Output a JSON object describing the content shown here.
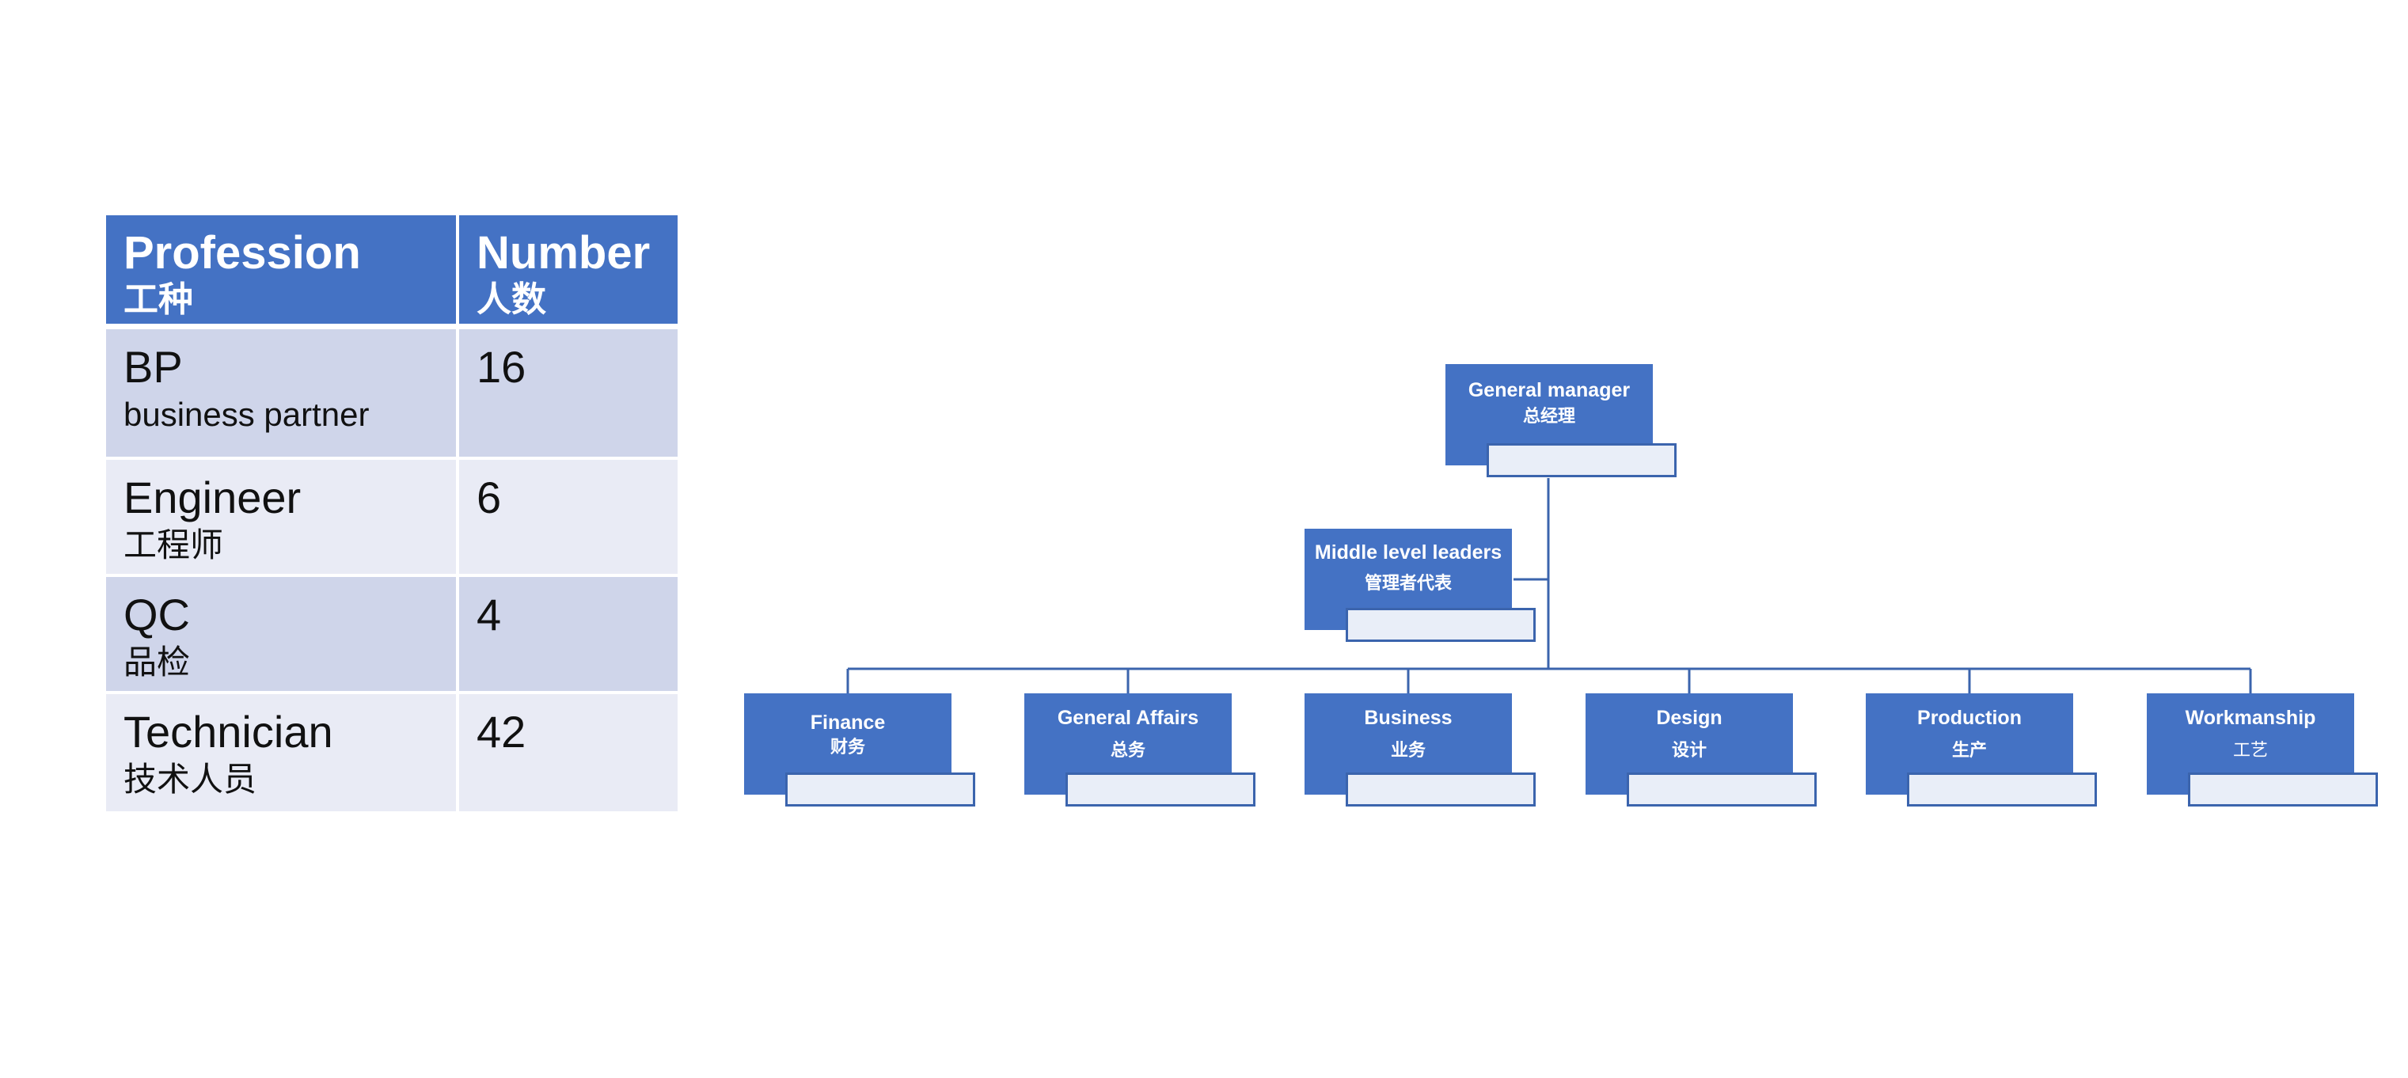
{
  "table": {
    "headers": [
      {
        "en": "Profession",
        "cn": "工种"
      },
      {
        "en": "Number",
        "cn": "人数"
      }
    ],
    "rows": [
      {
        "profession_en": "BP",
        "profession_sub": "business partner",
        "number": "16"
      },
      {
        "profession_en": "Engineer",
        "profession_sub": "工程师",
        "number": "6"
      },
      {
        "profession_en": "QC",
        "profession_sub": "品检",
        "number": "4"
      },
      {
        "profession_en": "Technician",
        "profession_sub": "技术人员",
        "number": "42"
      }
    ]
  },
  "org_chart": {
    "root": {
      "en": "General manager",
      "cn": "总经理"
    },
    "assistant": {
      "en": "Middle level leaders",
      "cn": "管理者代表"
    },
    "departments": [
      {
        "en": "Finance",
        "cn": "财务"
      },
      {
        "en": "General Affairs",
        "cn": "总务"
      },
      {
        "en": "Business",
        "cn": "业务"
      },
      {
        "en": "Design",
        "cn": "设计"
      },
      {
        "en": "Production",
        "cn": "生产"
      },
      {
        "en": "Workmanship",
        "cn": "工艺"
      }
    ]
  },
  "colors": {
    "header_blue": "#4472c4",
    "row_dark": "#cfd5ea",
    "row_light": "#e9ebf5",
    "connector": "#3b64ad"
  }
}
